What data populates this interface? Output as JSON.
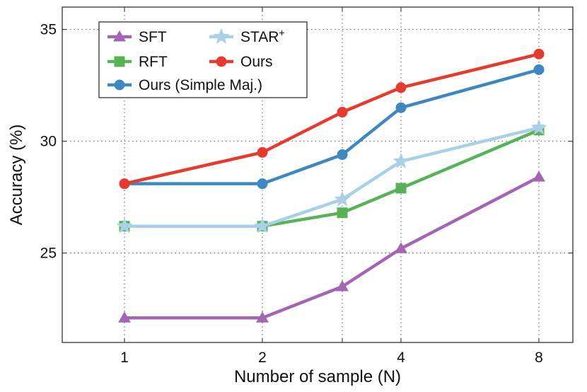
{
  "chart_data": {
    "type": "line",
    "xlabel": "Number of sample (N)",
    "ylabel": "Accuracy (%)",
    "x": [
      1,
      2,
      3,
      4,
      8
    ],
    "x_tick_labels": [
      "1",
      "2",
      "",
      "4",
      "8"
    ],
    "y_ticks": [
      25,
      30,
      35
    ],
    "ylim": [
      21,
      36
    ],
    "grid": true,
    "legend": "top-left",
    "series": [
      {
        "name": "SFT",
        "color": "#a565b5",
        "marker": "triangle",
        "values": [
          22.1,
          22.1,
          23.5,
          25.2,
          28.4
        ]
      },
      {
        "name": "RFT",
        "color": "#58b356",
        "marker": "square",
        "values": [
          26.2,
          26.2,
          26.8,
          27.9,
          30.5
        ]
      },
      {
        "name": "Ours (Simple Maj.)",
        "color": "#3d88c0",
        "marker": "circle",
        "values": [
          28.1,
          28.1,
          29.4,
          31.5,
          33.2
        ]
      },
      {
        "name": "STAR",
        "name_sup": "+",
        "color": "#a8d0e6",
        "marker": "star",
        "values": [
          26.2,
          26.2,
          27.4,
          29.1,
          30.6
        ]
      },
      {
        "name": "Ours",
        "color": "#e63a2e",
        "marker": "circle",
        "values": [
          28.1,
          29.5,
          31.3,
          32.4,
          33.9
        ]
      }
    ]
  }
}
